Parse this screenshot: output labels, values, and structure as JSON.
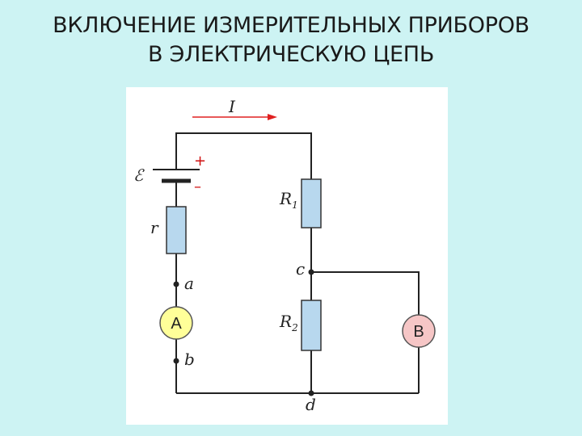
{
  "title": {
    "line1": "ВКЛЮЧЕНИЕ ИЗМЕРИТЕЛЬНЫХ ПРИБОРОВ",
    "line2": "В ЭЛЕКТРИЧЕСКУЮ ЦЕПЬ"
  },
  "circuit": {
    "current_label": "I",
    "emf_label": "ℰ",
    "plus_sign": "+",
    "minus_sign": "–",
    "internal_resistance_label": "r",
    "r1_label": "R",
    "r1_sub": "1",
    "r2_label": "R",
    "r2_sub": "2",
    "node_a": "a",
    "node_b": "b",
    "node_c": "c",
    "node_d": "d",
    "ammeter_label": "A",
    "voltmeter_label": "B",
    "colors": {
      "wire": "#222222",
      "resistor_fill": "#b8d8ee",
      "resistor_stroke": "#333333",
      "ammeter_fill": "#ffff99",
      "voltmeter_fill": "#f6c6c6",
      "arrow": "#e02020",
      "polarity": "#d01010"
    }
  }
}
